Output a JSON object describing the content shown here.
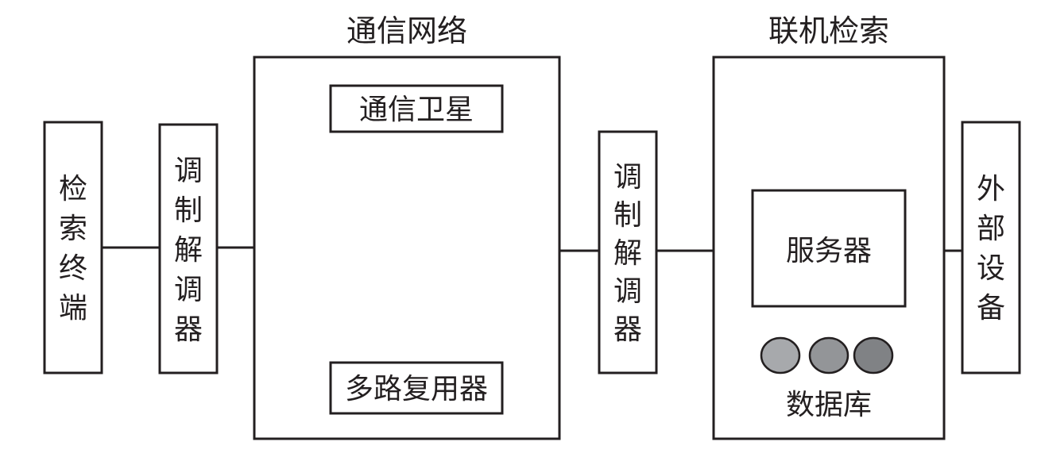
{
  "titles": {
    "network": "通信网络",
    "online_retrieval": "联机检索"
  },
  "nodes": {
    "terminal": "检索终端",
    "modem_left": "调制解调器",
    "satellite": "通信卫星",
    "multiplexer": "多路复用器",
    "modem_right": "调制解调器",
    "server": "服务器",
    "database": "数据库",
    "external": "外部设备"
  },
  "colors": {
    "stroke": "#231f20",
    "disk_1": "#a7a9ac",
    "disk_2": "#939598",
    "disk_3": "#808285"
  }
}
